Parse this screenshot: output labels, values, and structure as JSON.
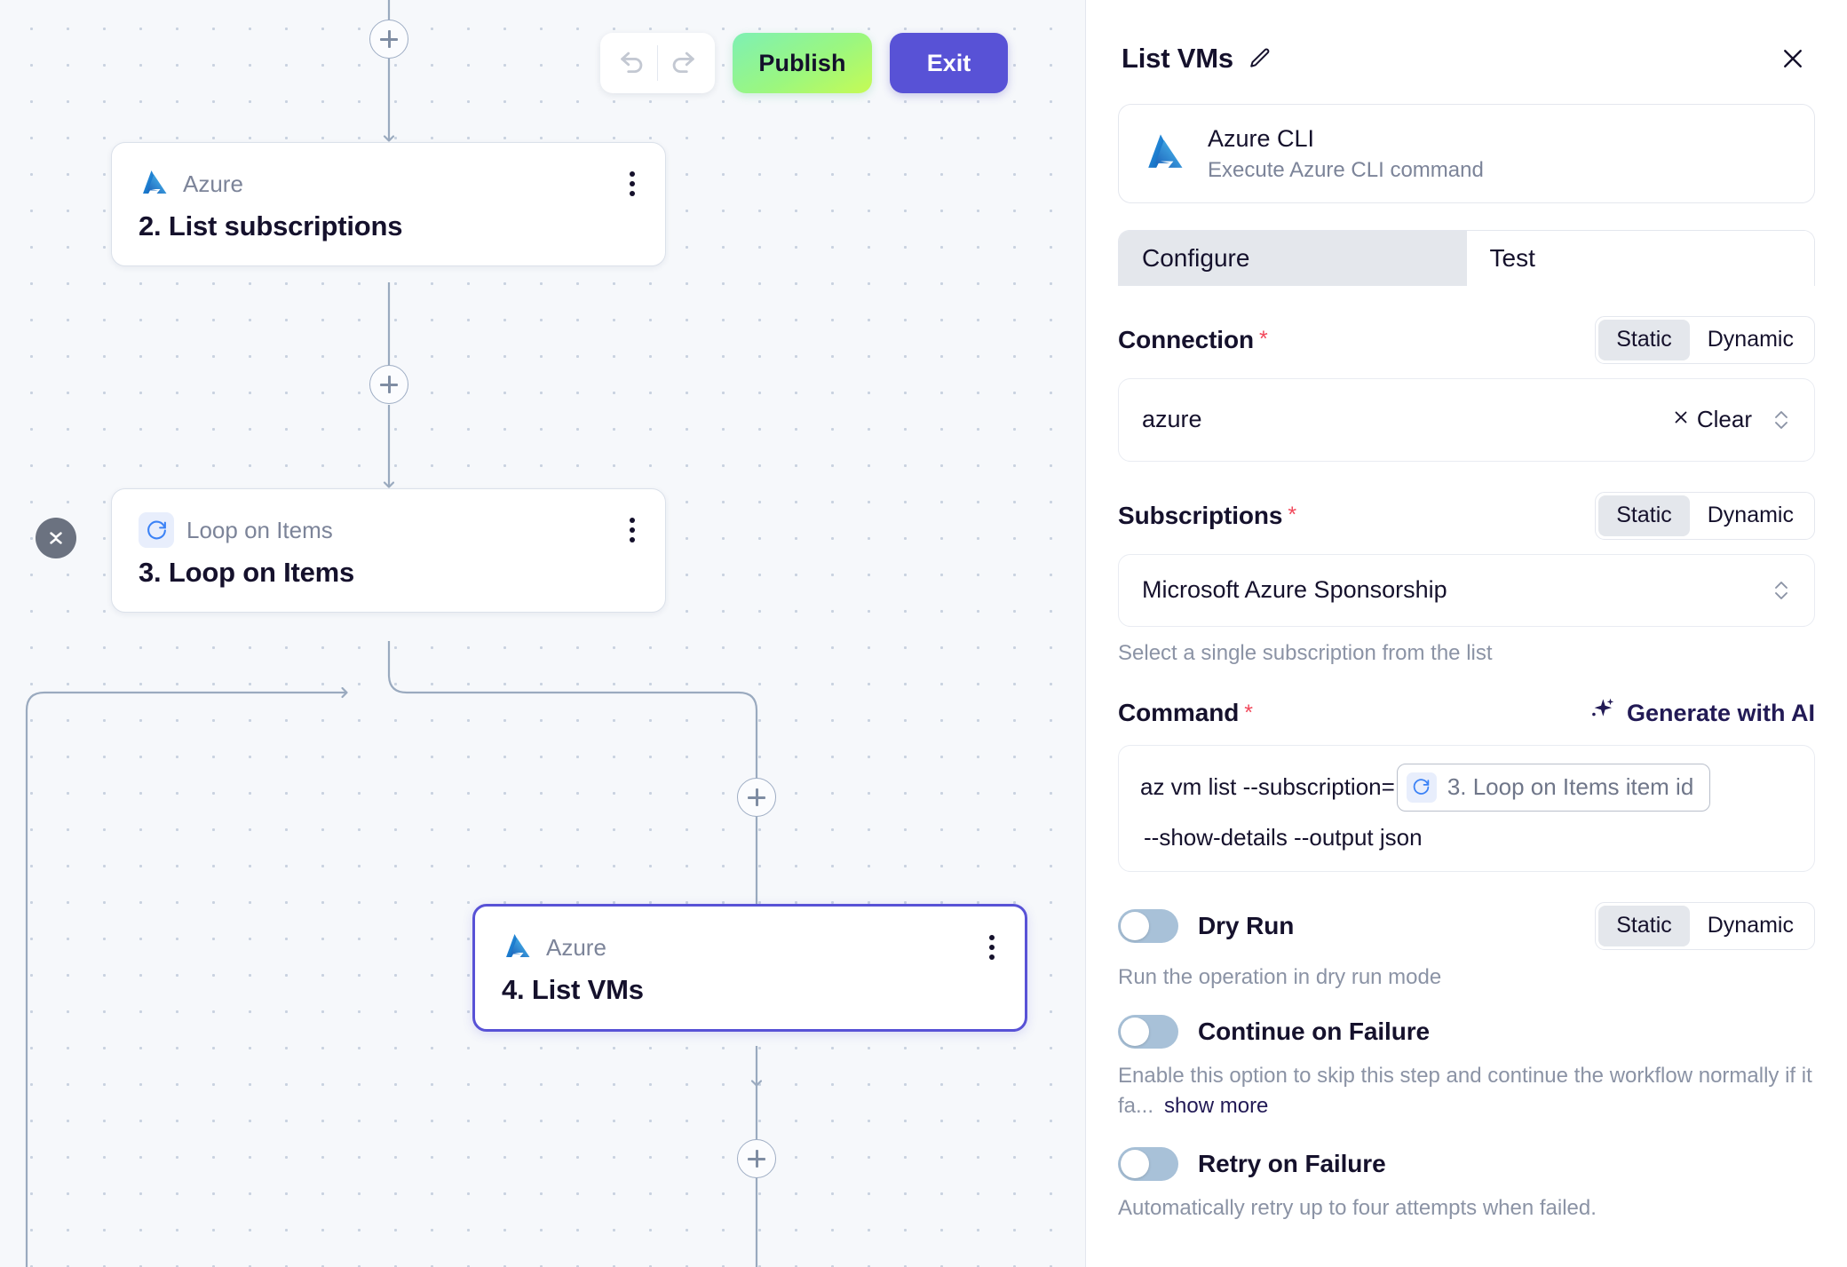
{
  "toolbar": {
    "undo_icon": "undo-arrow-icon",
    "redo_icon": "redo-arrow-icon",
    "publish_label": "Publish",
    "exit_label": "Exit",
    "publish_color": "#9bf77f",
    "exit_color": "#5852d6"
  },
  "canvas": {
    "collapse_icon": "collapse-chevrons-icon",
    "add_step_icon": "plus-icon",
    "nodes": [
      {
        "kind": "Azure",
        "title": "2. List subscriptions",
        "icon": "azure-icon",
        "selected": false,
        "menu_icon": "kebab-menu-icon"
      },
      {
        "kind": "Loop on Items",
        "title": "3. Loop on Items",
        "icon": "loop-refresh-icon",
        "selected": false,
        "menu_icon": "kebab-menu-icon"
      },
      {
        "kind": "Azure",
        "title": "4. List VMs",
        "icon": "azure-icon",
        "selected": true,
        "menu_icon": "kebab-menu-icon"
      }
    ]
  },
  "panel": {
    "title": "List VMs",
    "edit_icon": "pencil-edit-icon",
    "close_icon": "close-x-icon",
    "integration": {
      "icon": "azure-icon",
      "name": "Azure CLI",
      "description": "Execute Azure CLI command"
    },
    "tabs": [
      {
        "label": "Configure",
        "active": true
      },
      {
        "label": "Test",
        "active": false
      }
    ],
    "connection": {
      "label": "Connection",
      "required": "*",
      "mode_static": "Static",
      "mode_dynamic": "Dynamic",
      "active_mode": "Static",
      "value": "azure",
      "clear_label": "Clear",
      "clear_icon": "x-icon",
      "stepper_icon": "chevron-updown-icon"
    },
    "subscriptions": {
      "label": "Subscriptions",
      "required": "*",
      "mode_static": "Static",
      "mode_dynamic": "Dynamic",
      "active_mode": "Static",
      "value": "Microsoft Azure Sponsorship",
      "helper": "Select a single subscription from the list",
      "stepper_icon": "chevron-updown-icon"
    },
    "command": {
      "label": "Command",
      "required": "*",
      "ai_label": "Generate with AI",
      "ai_icon": "sparkle-ai-icon",
      "text_before": "az vm list --subscription=",
      "token_icon": "loop-refresh-icon",
      "token_label": "3. Loop on Items item id",
      "text_after": "--show-details --output json"
    },
    "dry_run": {
      "label": "Dry Run",
      "enabled": false,
      "mode_static": "Static",
      "mode_dynamic": "Dynamic",
      "active_mode": "Static",
      "description": "Run the operation in dry run mode"
    },
    "continue_on_failure": {
      "label": "Continue on Failure",
      "enabled": false,
      "description": "Enable this option to skip this step and continue the workflow normally if it fa...",
      "show_more": "show more"
    },
    "retry_on_failure": {
      "label": "Retry on Failure",
      "enabled": false,
      "description": "Automatically retry up to four attempts when failed."
    }
  }
}
